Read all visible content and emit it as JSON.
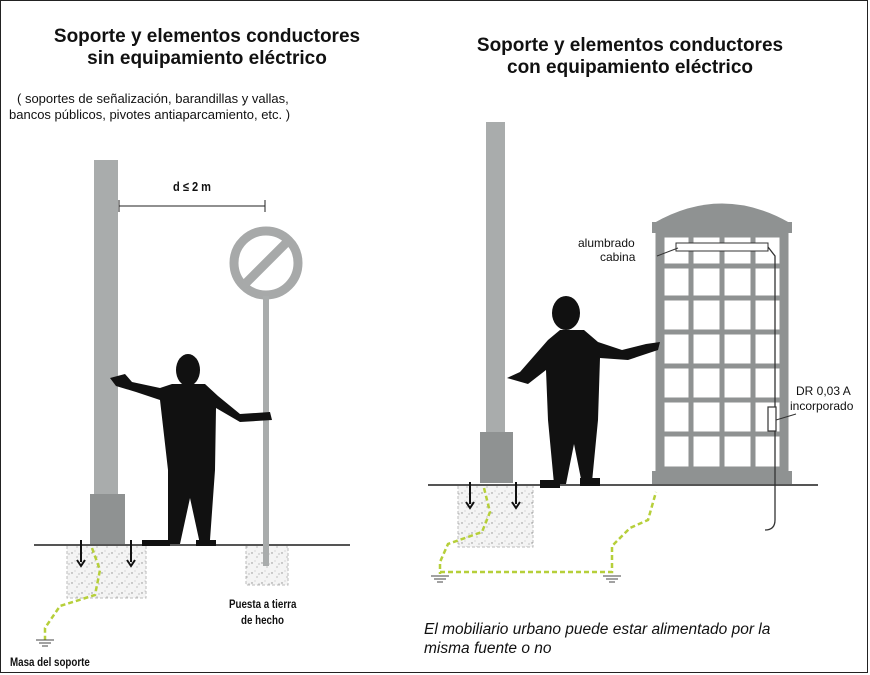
{
  "left_panel": {
    "title_line1": "Soporte y elementos conductores",
    "title_line2": "sin equipamiento eléctrico",
    "note_line1": "( soportes de señalización, barandillas y vallas,",
    "note_line2": "bancos públicos, pivotes antiaparcamiento, etc. )",
    "distance_label": "d ≤ 2 m",
    "earth_label_line1": "Puesta a tierra",
    "earth_label_line2": "de hecho",
    "mass_label": "Masa del soporte"
  },
  "right_panel": {
    "title_line1": "Soporte y elementos conductores",
    "title_line2": "con equipamiento eléctrico",
    "lighting_label_line1": "alumbrado",
    "lighting_label_line2": "cabina",
    "device_label_line1": "DR 0,03 A",
    "device_label_line2": "incorporado",
    "caption_line1": "El mobiliario urbano puede estar alimentado por la",
    "caption_line2": "misma fuente o no"
  },
  "colors": {
    "pole": "#a9acac",
    "pole_base": "#8f9292",
    "silhouette": "#111111",
    "ground_wire": "#b6cf3a",
    "booth_frame": "#8f9292",
    "sign_ring": "#a7a9a9"
  }
}
